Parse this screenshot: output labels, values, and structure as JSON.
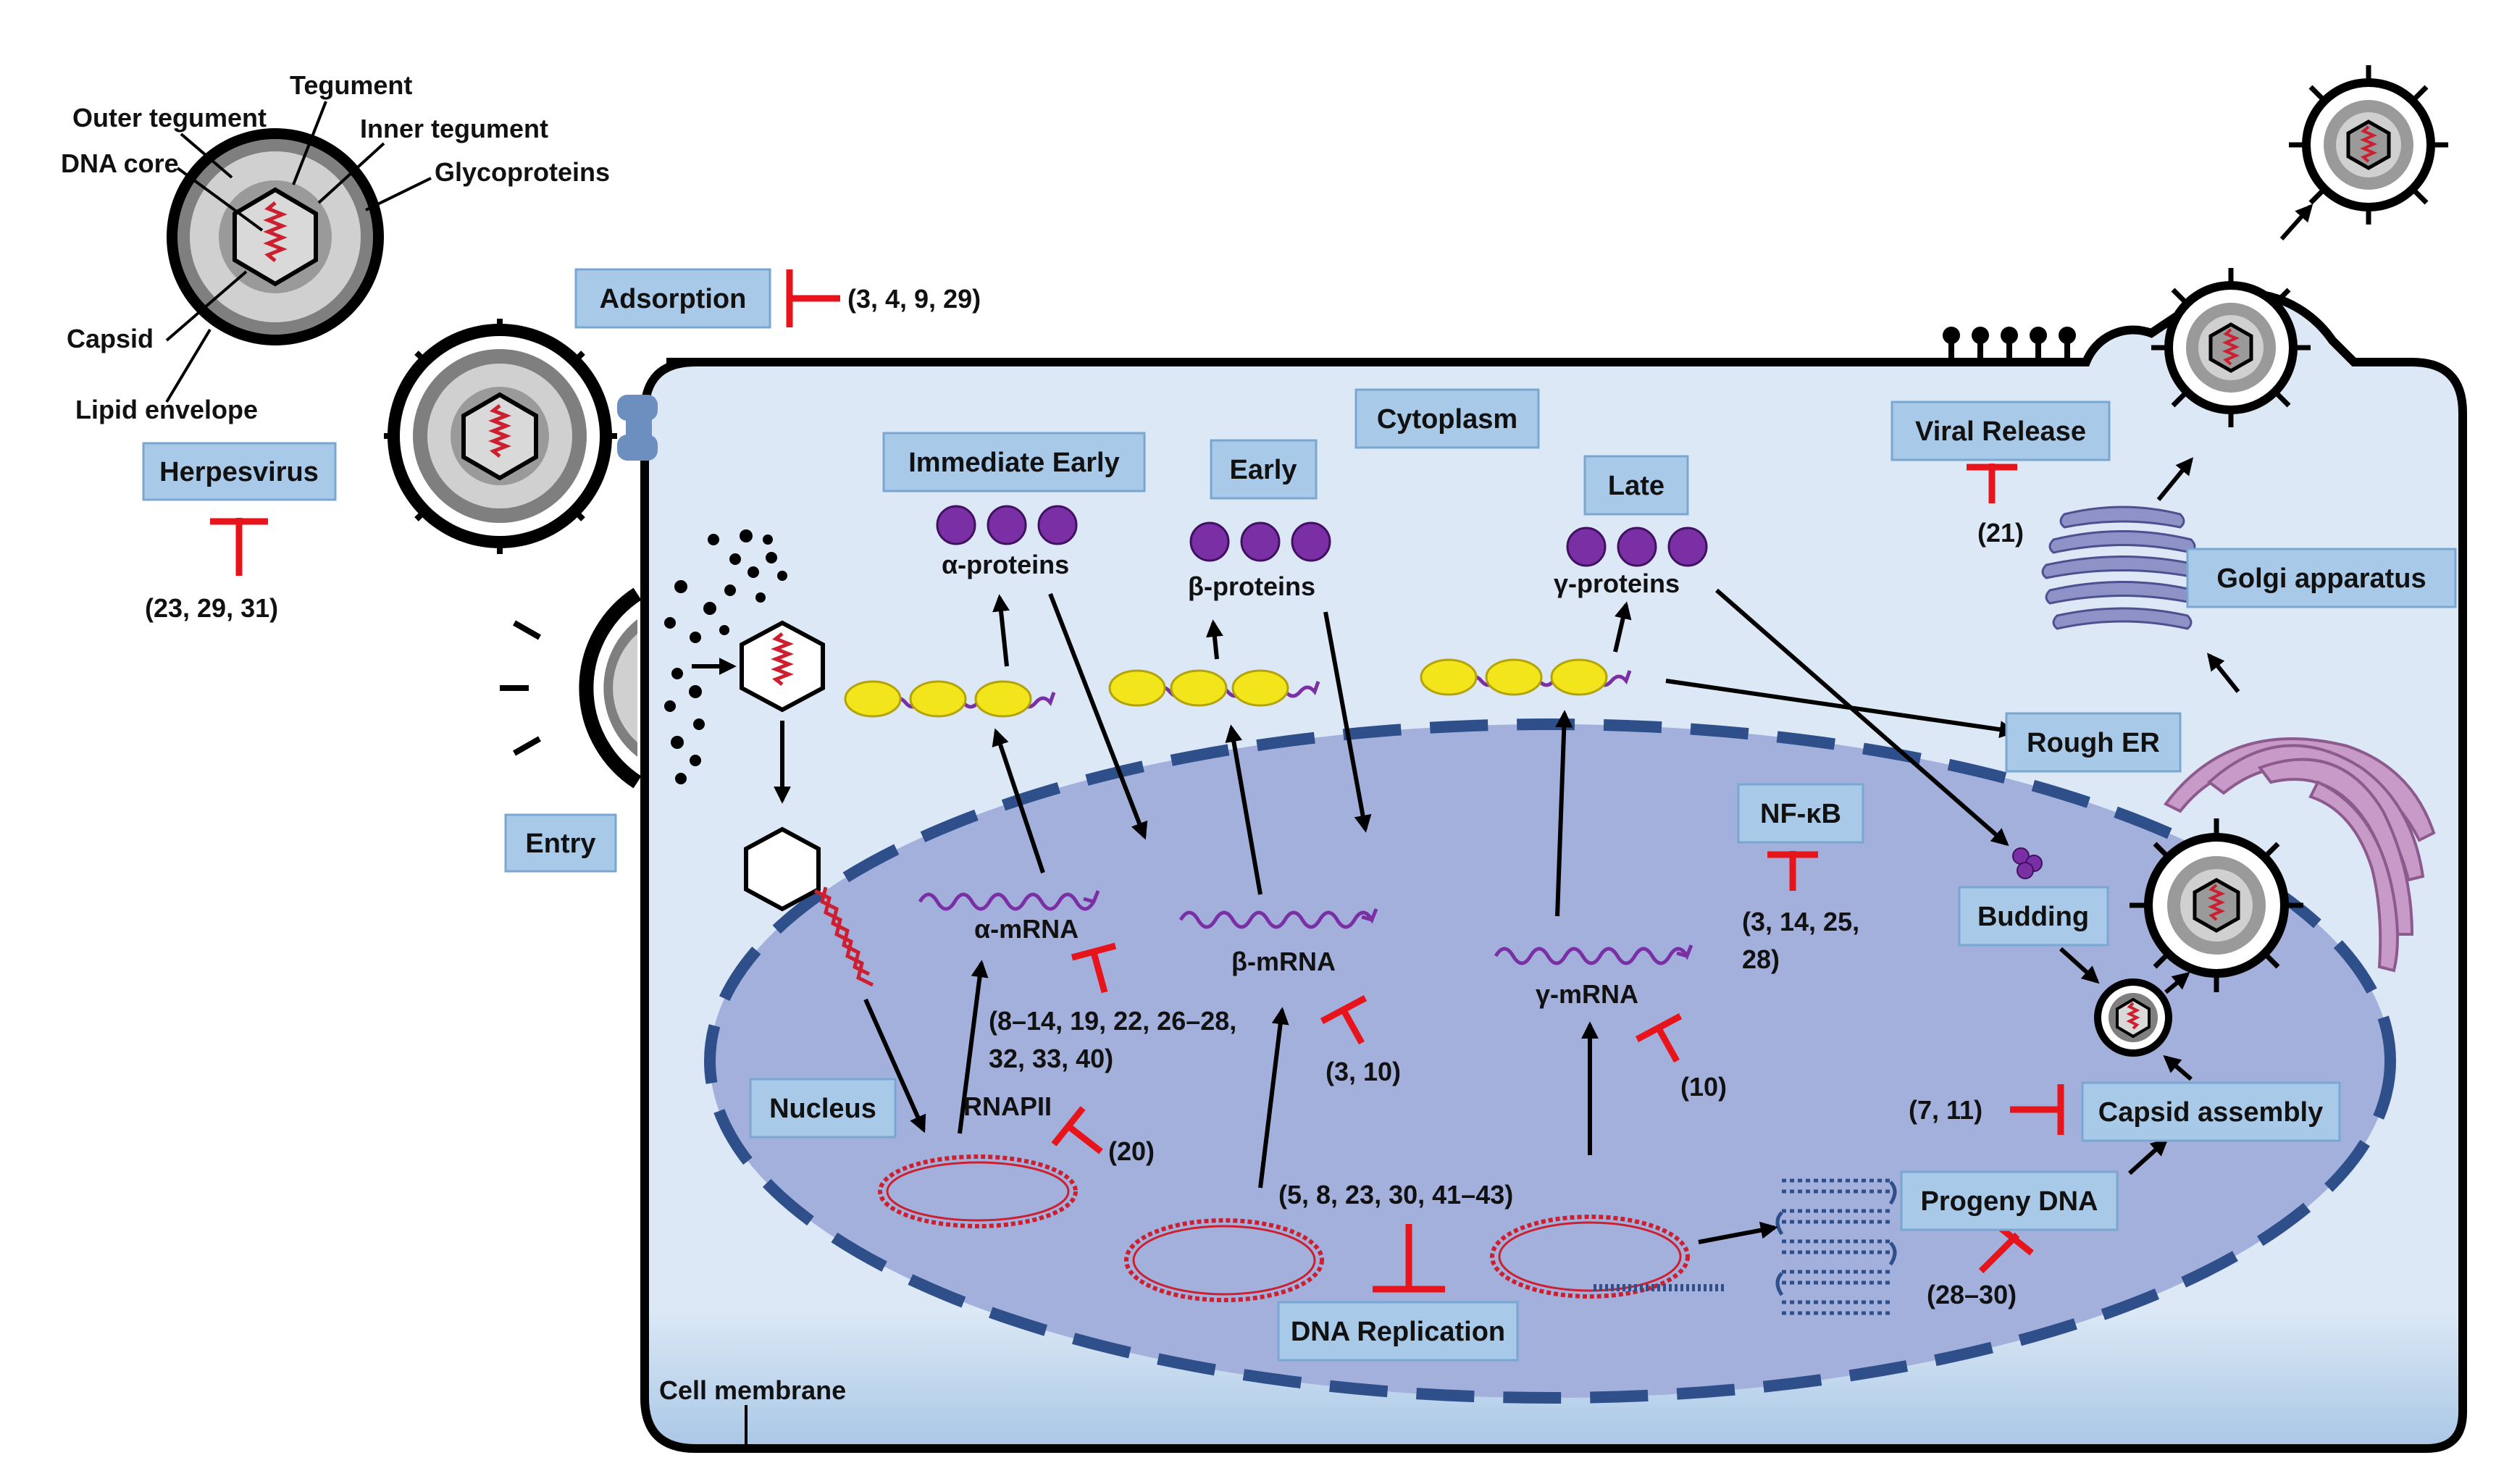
{
  "virion_parts": {
    "tegument": "Tegument",
    "outer_tegument": "Outer tegument",
    "inner_tegument": "Inner tegument",
    "dna_core": "DNA core",
    "glycoproteins": "Glycoproteins",
    "capsid": "Capsid",
    "lipid_envelope": "Lipid envelope"
  },
  "boxes": {
    "herpesvirus": "Herpesvirus",
    "adsorption": "Adsorption",
    "entry": "Entry",
    "cytoplasm": "Cytoplasm",
    "immediate_early": "Immediate Early",
    "early": "Early",
    "late": "Late",
    "viral_release": "Viral Release",
    "golgi": "Golgi apparatus",
    "rough_er": "Rough ER",
    "nfkb": "NF-κB",
    "budding": "Budding",
    "nucleus": "Nucleus",
    "capsid_assembly": "Capsid assembly",
    "progeny_dna": "Progeny DNA",
    "dna_replication": "DNA Replication"
  },
  "labels": {
    "alpha_proteins": "α-proteins",
    "beta_proteins": "β-proteins",
    "gamma_proteins": "γ-proteins",
    "alpha_mrna": "α-mRNA",
    "beta_mrna": "β-mRNA",
    "gamma_mrna": "γ-mRNA",
    "rnapii": "RNAPII",
    "cell_membrane": "Cell membrane"
  },
  "refs": {
    "herpesvirus": "(23, 29, 31)",
    "adsorption": "(3, 4, 9, 29)",
    "viral_release": "(21)",
    "nfkb_line1": "(3, 14, 25,",
    "nfkb_line2": "28)",
    "alpha_line1": "(8–14, 19, 22, 26–28,",
    "alpha_line2": "32, 33, 40)",
    "beta": "(3, 10)",
    "gamma": "(10)",
    "rnapii": "(20)",
    "dna_replication": "(5, 8, 23, 30, 41–43)",
    "capsid_assembly": "(7, 11)",
    "progeny_dna": "(28–30)"
  },
  "colors": {
    "cytoplasm": "#dce8f5",
    "nucleus": "#a4b0dc",
    "nuclear_envelope": "#2e4f8a",
    "label_box": "#a9c9e8",
    "inhibitor": "#e8141b",
    "protein": "#7a2fa5",
    "dna": "#cc1f2f",
    "golgi": "#8f92c6",
    "er": "#c89ac7"
  }
}
